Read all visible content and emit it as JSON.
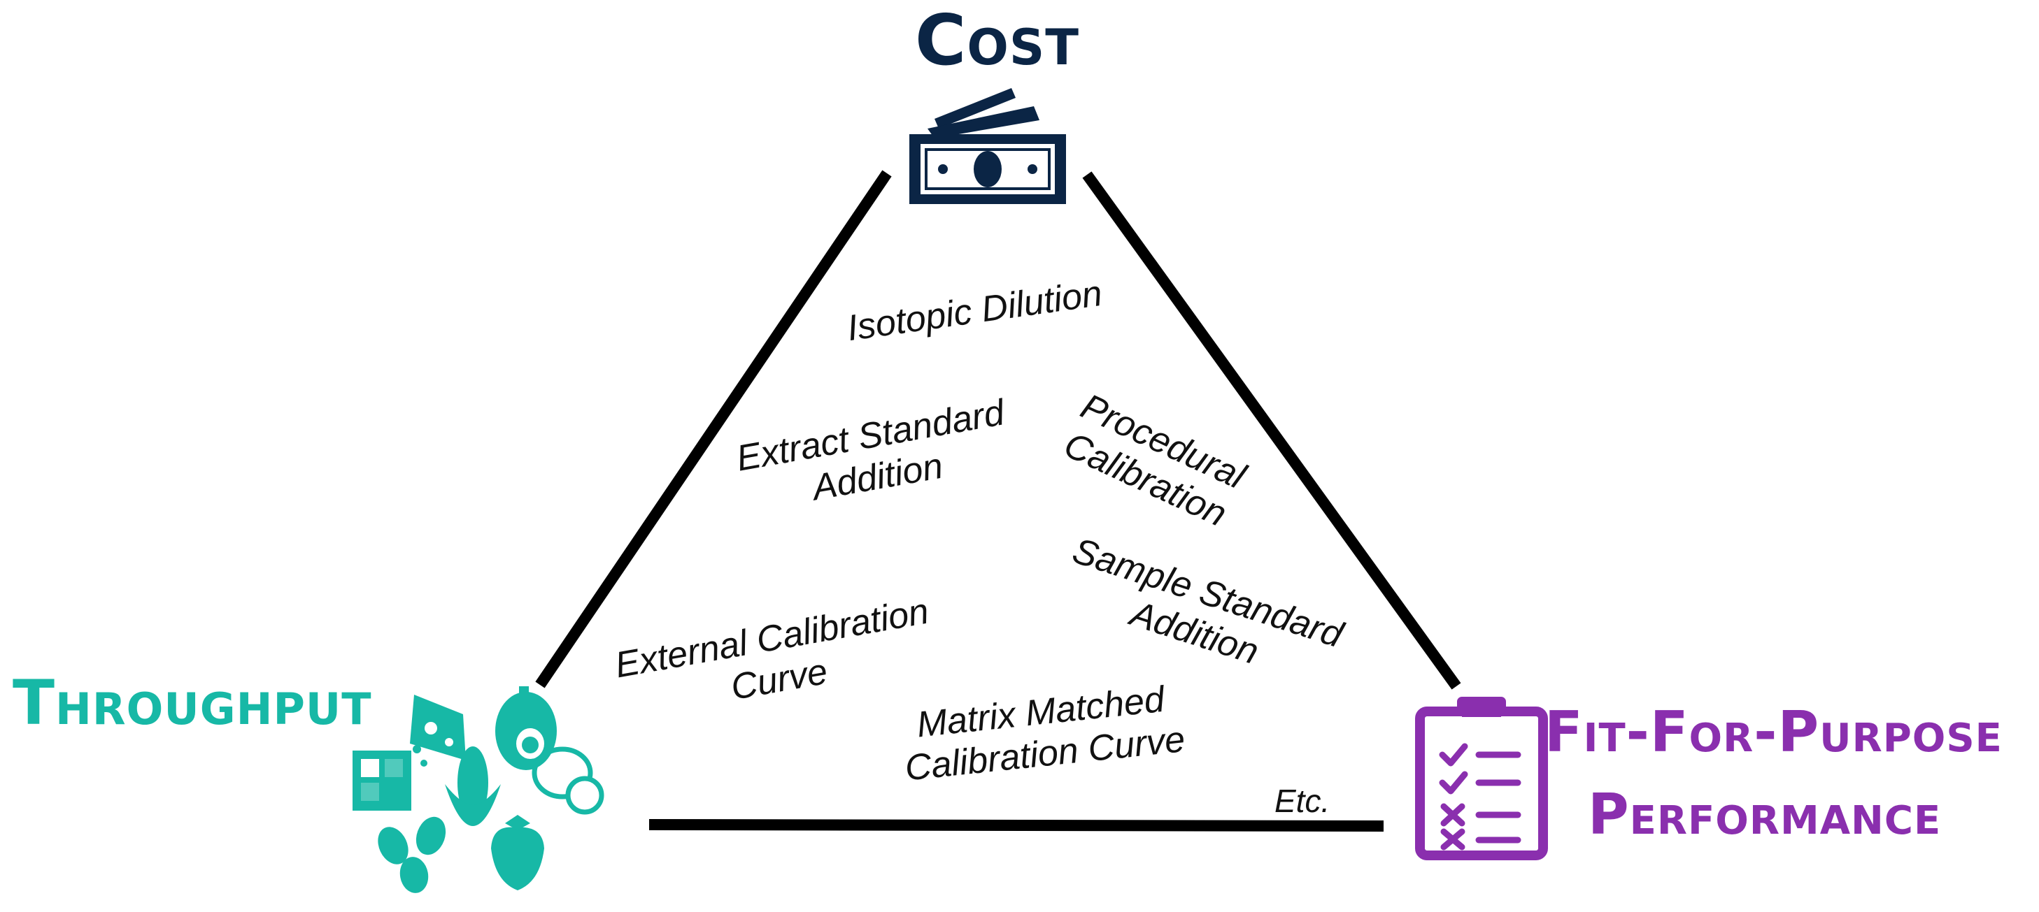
{
  "corners": {
    "cost": {
      "label": "Cost",
      "icon": "money-bills-icon",
      "color": "#0b2545"
    },
    "throughput": {
      "label": "Throughput",
      "icon": "food-items-icon",
      "color": "#17b8a6"
    },
    "fit": {
      "line1": "Fit-For-Purpose",
      "line2": "Performance",
      "icon": "clipboard-checklist-icon",
      "color": "#8a2fae"
    }
  },
  "methods": {
    "isotopic": {
      "line1": "Isotopic Dilution"
    },
    "extract": {
      "line1": "Extract Standard",
      "line2": "Addition"
    },
    "procedural": {
      "line1": "Procedural",
      "line2": "Calibration"
    },
    "sample": {
      "line1": "Sample Standard",
      "line2": "Addition"
    },
    "external": {
      "line1": "External Calibration",
      "line2": "Curve"
    },
    "matrix": {
      "line1": "Matrix Matched",
      "line2": "Calibration Curve"
    },
    "etc": {
      "line1": "Etc."
    }
  },
  "edge_color": "#000000"
}
